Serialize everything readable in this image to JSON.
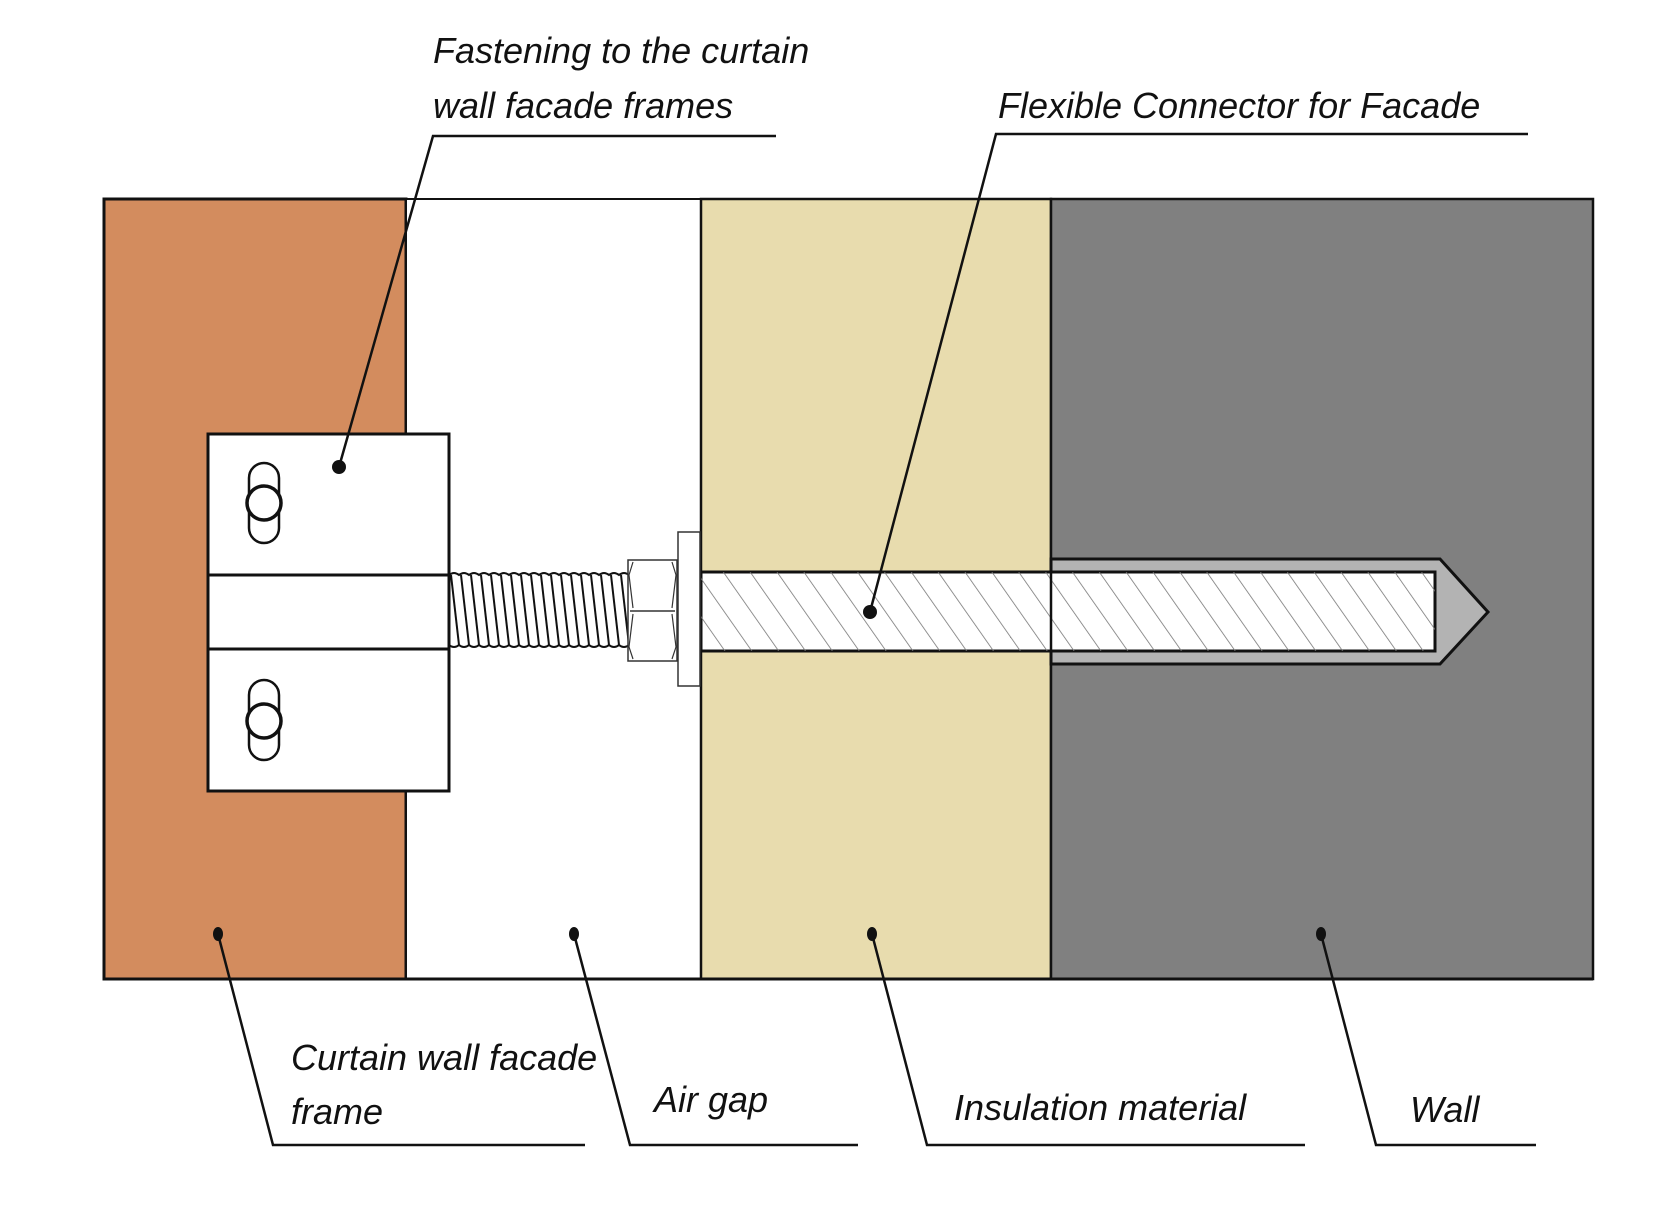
{
  "title": "Flexible connector facade fastening cross-section",
  "colors": {
    "frame": "#D38C5E",
    "air_gap": "#FFFFFF",
    "insulation": "#E8DCAE",
    "wall": "#808080",
    "anchor_sleeve": "#B3B3B3",
    "outline": "#111111"
  },
  "labels": {
    "fastening_line1": "Fastening to the curtain",
    "fastening_line2": "wall facade frames",
    "connector": "Flexible Connector for Facade",
    "frame_line1": "Curtain wall facade",
    "frame_line2": "frame",
    "air_gap": "Air gap",
    "insulation": "Insulation material",
    "wall": "Wall"
  }
}
